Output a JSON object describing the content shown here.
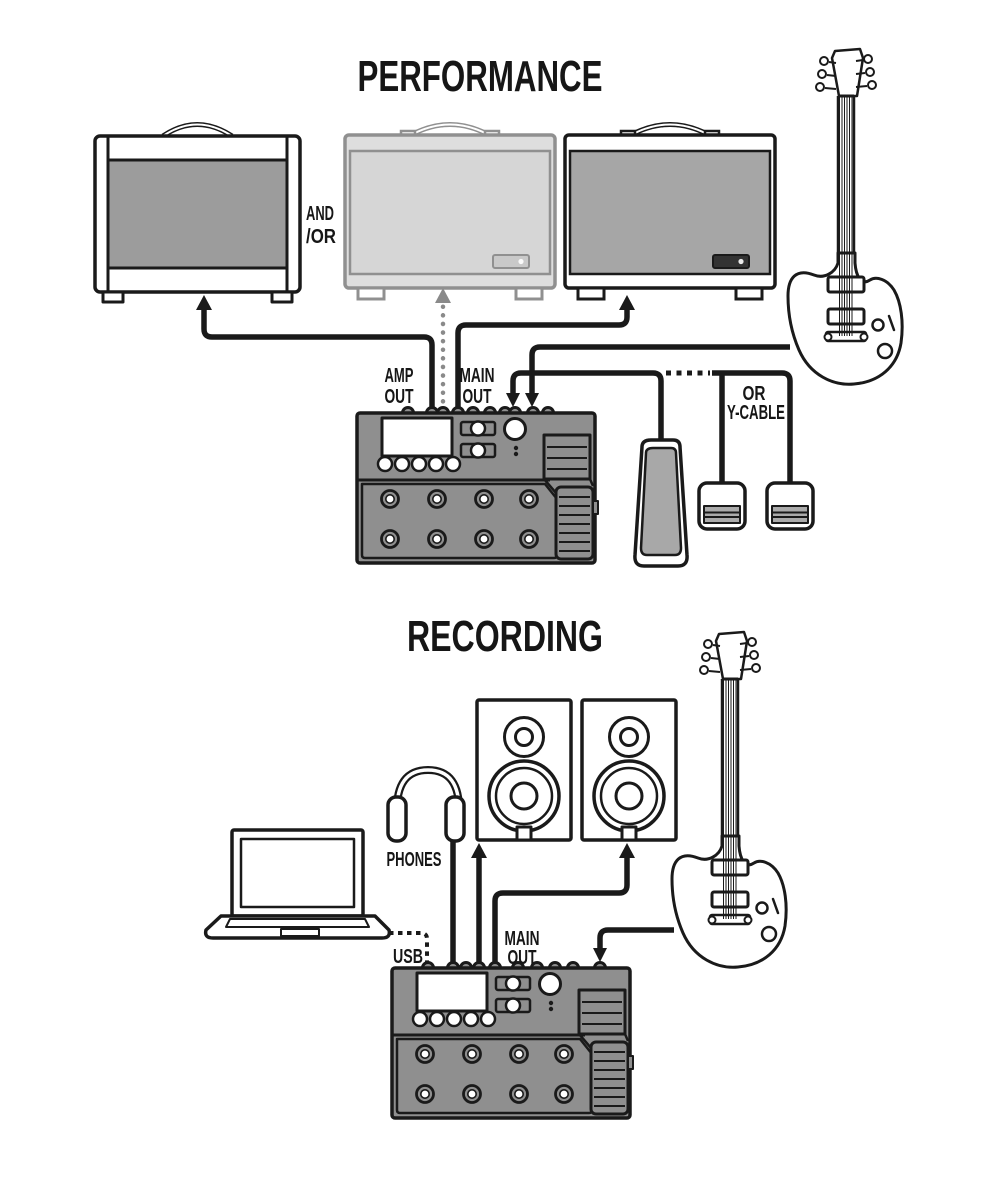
{
  "colors": {
    "outline": "#1a1a1a",
    "cable": "#1a1a1a",
    "dotted_cable": "#8a8a8a",
    "pedal_body_gray": "#8f8f8f",
    "amp1_grille_gray": "#9c9c9c",
    "amp2_light_gray": "#dedede",
    "amp2_stroke_gray": "#8f8f8f",
    "amp3_grille_gray": "#a6a6a6",
    "badge_dark": "#333333",
    "treadle_gray": "#a8a8a8",
    "footswitch_gray": "#ababab",
    "white": "#ffffff"
  },
  "performance": {
    "title": "PERFORMANCE",
    "and_or": {
      "line1": "AND",
      "line2": "/OR"
    },
    "amp_out": {
      "line1": "AMP",
      "line2": "OUT"
    },
    "main_out": {
      "line1": "MAIN",
      "line2": "OUT"
    },
    "y_cable": {
      "line1": "OR",
      "line2": "Y-CABLE"
    },
    "devices": [
      "guitar-amp",
      "guitar-amp-optional",
      "guitar-amp",
      "electric-guitar",
      "multi-effects-processor",
      "expression-pedal",
      "footswitch",
      "footswitch"
    ]
  },
  "recording": {
    "title": "RECORDING",
    "phones_label": "PHONES",
    "usb_label": "USB",
    "main_out": {
      "line1": "MAIN",
      "line2": "OUT"
    },
    "devices": [
      "laptop",
      "headphones",
      "studio-monitor",
      "studio-monitor",
      "electric-guitar",
      "multi-effects-processor"
    ]
  }
}
